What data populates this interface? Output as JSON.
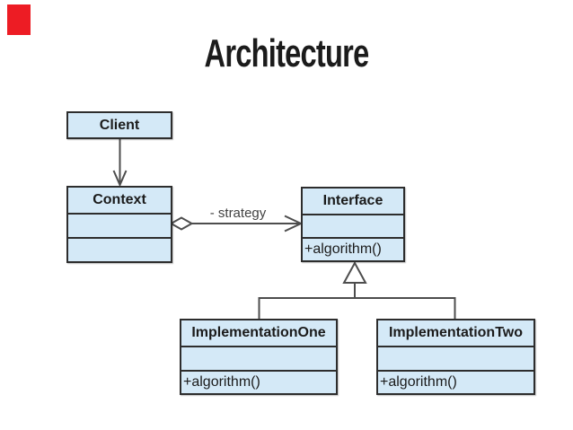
{
  "slide": {
    "title": "Architecture"
  },
  "diagram": {
    "type": "uml-class-diagram",
    "classes": {
      "client": {
        "name": "Client"
      },
      "context": {
        "name": "Context"
      },
      "interface": {
        "name": "Interface",
        "method": "+algorithm()"
      },
      "implementation_one": {
        "name": "ImplementationOne",
        "method": "+algorithm()"
      },
      "implementation_two": {
        "name": "ImplementationTwo",
        "method": "+algorithm()"
      }
    },
    "relations": {
      "strategy_label": "- strategy"
    },
    "colors": {
      "class_fill": "#d4e9f7",
      "class_border": "#2d2d2d",
      "connector": "#4d4d4d",
      "text": "#1b1b1b",
      "label": "#414141",
      "accent_red": "#ED1C24",
      "background": "#ffffff"
    }
  }
}
